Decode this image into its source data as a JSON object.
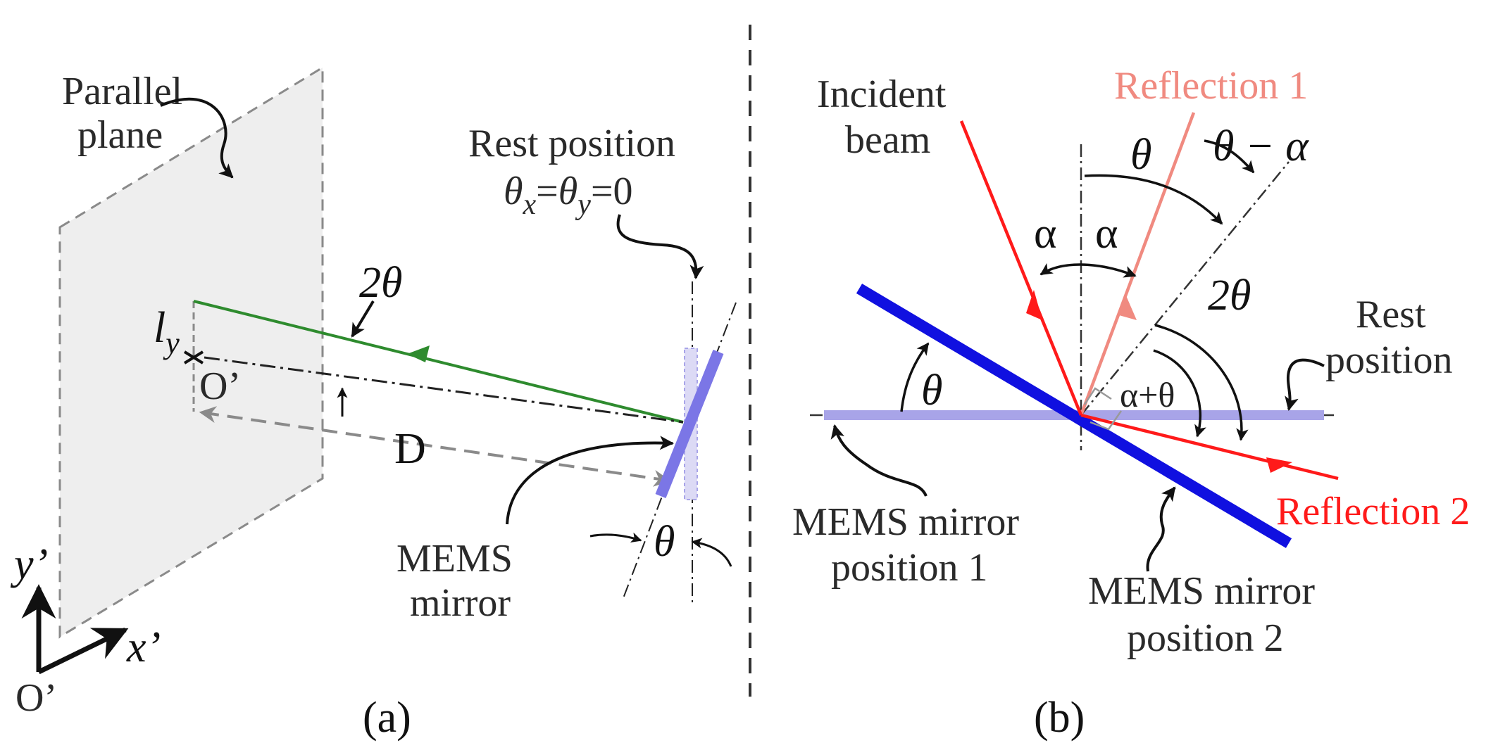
{
  "panel_a": {
    "parallel_plane": [
      "Parallel",
      "plane"
    ],
    "rest_position": "Rest position",
    "rest_condition": {
      "theta": "θ",
      "x": "x",
      "eq1": "=",
      "y": "y",
      "eq2": "=0"
    },
    "two_theta": "2θ",
    "l": "l",
    "y_sub": "y",
    "origin_prime": "O’",
    "distance": "D",
    "mems_mirror": [
      "MEMS",
      "mirror"
    ],
    "theta": "θ",
    "axis_y": "y’",
    "axis_x": "x’",
    "axis_origin": "O’",
    "caption": "(a)"
  },
  "panel_b": {
    "incident_beam": [
      "Incident",
      "beam"
    ],
    "reflection_1": "Reflection 1",
    "theta_top": "θ",
    "theta_minus_alpha": "θ − α",
    "alpha_left": "α",
    "alpha_right": "α",
    "two_theta": "2θ",
    "rest_position": [
      "Rest",
      "position"
    ],
    "theta_left": "θ",
    "alpha_plus_theta": "α+θ",
    "reflection_2": "Reflection 2",
    "mems_position_1": [
      "MEMS mirror",
      "position 1"
    ],
    "mems_position_2": [
      "MEMS mirror",
      "position 2"
    ],
    "caption": "(b)"
  },
  "colors": {
    "incident_beam": "#ff1a1a",
    "reflection_1": "#f08a80",
    "reflection_2": "#ff1a1a",
    "mirror": "#1010e0",
    "mirror_rest": "#a8a4e8",
    "beam_green": "#2e8b2e",
    "plane_fill": "#eeeeee"
  }
}
